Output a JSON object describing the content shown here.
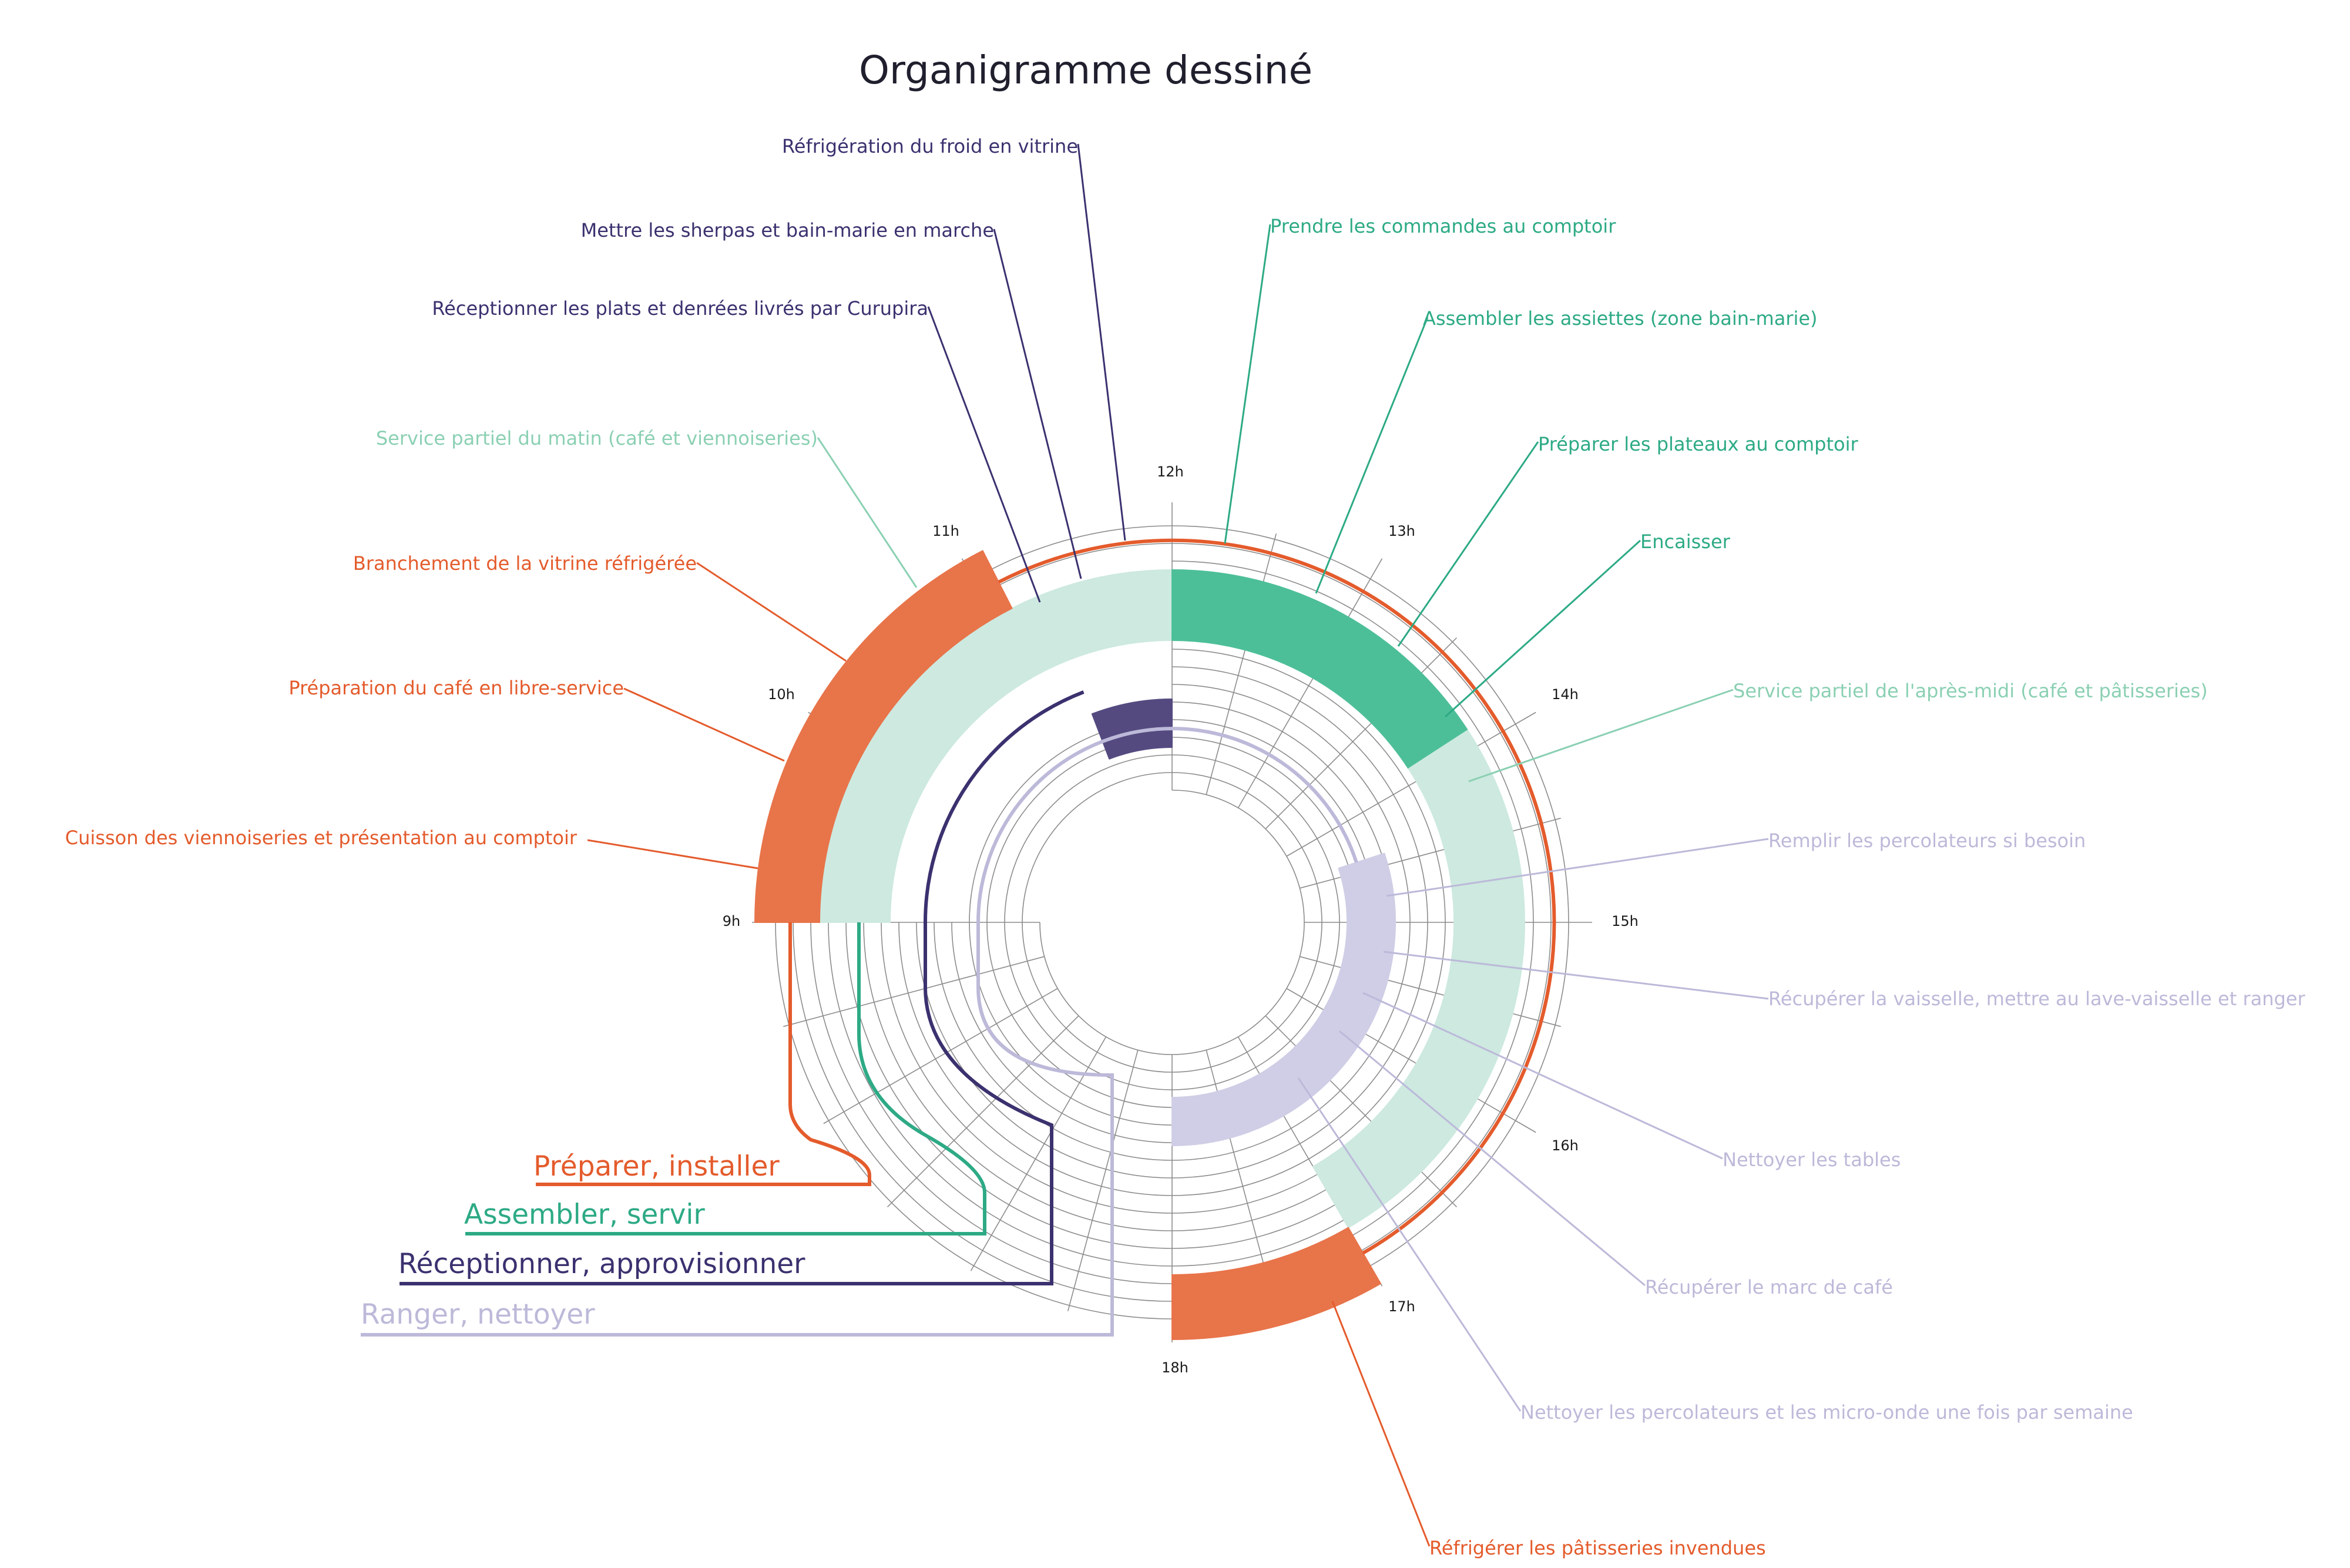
{
  "title": "Organigramme dessiné",
  "colors": {
    "preparer": "#e45b2c",
    "preparer_fill": "#e8744a",
    "assembler": "#2daa85",
    "assembler_fill": "#4dbf98",
    "assembler_light": "#cde9e0",
    "receptionner": "#3b316f",
    "receptionner_fill": "#554a80",
    "ranger": "#bcb9d9",
    "ranger_fill": "#cfcee6",
    "service_partiel": "#8bd0b3",
    "grid": "#9a9a9a"
  },
  "hours": [
    "9h",
    "10h",
    "11h",
    "12h",
    "13h",
    "14h",
    "15h",
    "16h",
    "17h",
    "18h"
  ],
  "legend": [
    {
      "label": "Préparer, installer",
      "category": "preparer"
    },
    {
      "label": "Assembler, servir",
      "category": "assembler"
    },
    {
      "label": "Réceptionner, approvisionner",
      "category": "receptionner"
    },
    {
      "label": "Ranger, nettoyer",
      "category": "ranger"
    }
  ],
  "tasks": [
    {
      "label": "Réfrigération du froid en vitrine",
      "category": "receptionner"
    },
    {
      "label": "Mettre les sherpas et bain-marie en marche",
      "category": "receptionner"
    },
    {
      "label": "Réceptionner les plats et denrées livrés par Curupira",
      "category": "receptionner"
    },
    {
      "label": "Service partiel du matin (café et viennoiseries)",
      "category": "service_partiel"
    },
    {
      "label": "Branchement de la vitrine réfrigérée",
      "category": "preparer"
    },
    {
      "label": "Préparation du café en libre-service",
      "category": "preparer"
    },
    {
      "label": "Cuisson des viennoiseries et présentation au comptoir",
      "category": "preparer"
    },
    {
      "label": "Prendre les commandes au comptoir",
      "category": "assembler"
    },
    {
      "label": "Assembler les assiettes (zone bain-marie)",
      "category": "assembler"
    },
    {
      "label": "Préparer les plateaux au comptoir",
      "category": "assembler"
    },
    {
      "label": "Encaisser",
      "category": "assembler"
    },
    {
      "label": "Service partiel de l'après-midi (café et pâtisseries)",
      "category": "service_partiel"
    },
    {
      "label": "Remplir les percolateurs si besoin",
      "category": "ranger"
    },
    {
      "label": "Récupérer la vaisselle, mettre au lave-vaisselle et ranger",
      "category": "ranger"
    },
    {
      "label": "Nettoyer les tables",
      "category": "ranger"
    },
    {
      "label": "Récupérer le marc de café",
      "category": "ranger"
    },
    {
      "label": "Nettoyer les percolateurs et les micro-onde une fois par semaine",
      "category": "ranger"
    },
    {
      "label": "Réfrigérer les pâtisseries invendues",
      "category": "preparer"
    }
  ],
  "schedule": [
    {
      "task_ref": "Cuisson des viennoiseries / Préparation du café / Branchement de la vitrine",
      "category": "preparer",
      "start_h": 9.0,
      "end_h": 11.1
    },
    {
      "task_ref": "Service partiel du matin",
      "category": "assembler_light",
      "start_h": 9.0,
      "end_h": 12.0
    },
    {
      "task_ref": "Réceptionner / Sherpas / Réfrigération",
      "category": "receptionner",
      "start_h": 11.3,
      "end_h": 12.0
    },
    {
      "task_ref": "Prendre commandes / Assembler / Plateaux / Encaisser",
      "category": "assembler",
      "start_h": 12.0,
      "end_h": 13.9
    },
    {
      "task_ref": "Service partiel de l'après-midi",
      "category": "assembler_light",
      "start_h": 13.9,
      "end_h": 17.0
    },
    {
      "task_ref": "Remplir / Récupérer vaisselle / Nettoyer / Marc",
      "category": "ranger",
      "start_h": 14.4,
      "end_h": 18.0
    },
    {
      "task_ref": "Réfrigérer les pâtisseries invendues",
      "category": "preparer",
      "start_h": 17.0,
      "end_h": 18.0
    }
  ]
}
